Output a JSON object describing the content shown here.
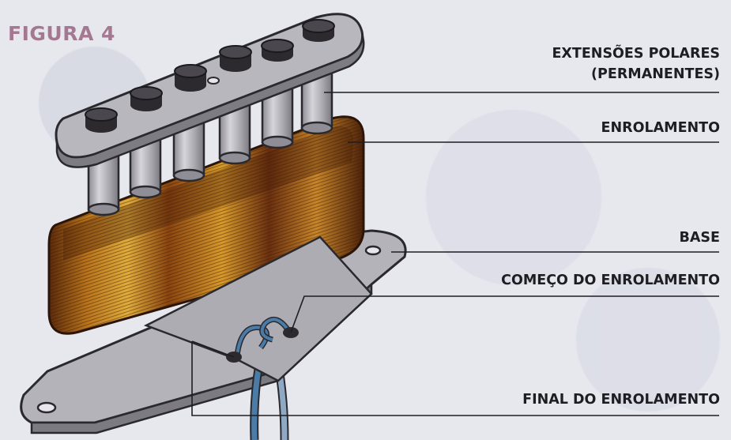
{
  "figure_title": "FIGURA 4",
  "labels": {
    "extensoes_line1": "EXTENSÕES POLARES",
    "extensoes_line2": "(PERMANENTES)",
    "enrolamento": "ENROLAMENTO",
    "base": "BASE",
    "comeco": "COMEÇO DO ENROLAMENTO",
    "final": "FINAL DO ENROLAMENTO"
  },
  "colors": {
    "title": "#a57891",
    "coil_dark": "#5a2a0c",
    "coil_light": "#d49a2a",
    "metal": "#b4b2b8",
    "pole_cap": "#2c2a2e",
    "wire_blue": "#4b7ca8"
  }
}
